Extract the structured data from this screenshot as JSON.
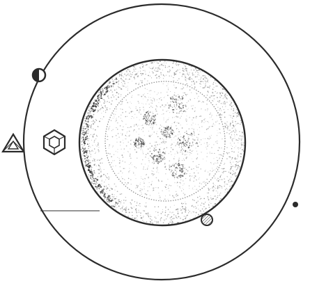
{
  "diagram": {
    "ink_color": "#2b2b2b",
    "stipple_color": "#7a7a7a",
    "background": "#ffffff",
    "elements": [
      {
        "id": "central-sphere",
        "kind": "stippled-disk"
      },
      {
        "id": "inner-orbit",
        "kind": "ring"
      },
      {
        "id": "outer-orbit",
        "kind": "ring"
      },
      {
        "id": "orbit-marker-outer-top-left",
        "kind": "half-filled-circle"
      },
      {
        "id": "orbit-marker-inner-bottom",
        "kind": "hatched-circle"
      },
      {
        "id": "orbit-marker-outer-right",
        "kind": "small-dot"
      },
      {
        "id": "triangle-symbol",
        "kind": "triangle-glyph"
      },
      {
        "id": "hexagon-symbol",
        "kind": "hexagon-glyph"
      },
      {
        "id": "leader-line",
        "kind": "line"
      }
    ]
  }
}
